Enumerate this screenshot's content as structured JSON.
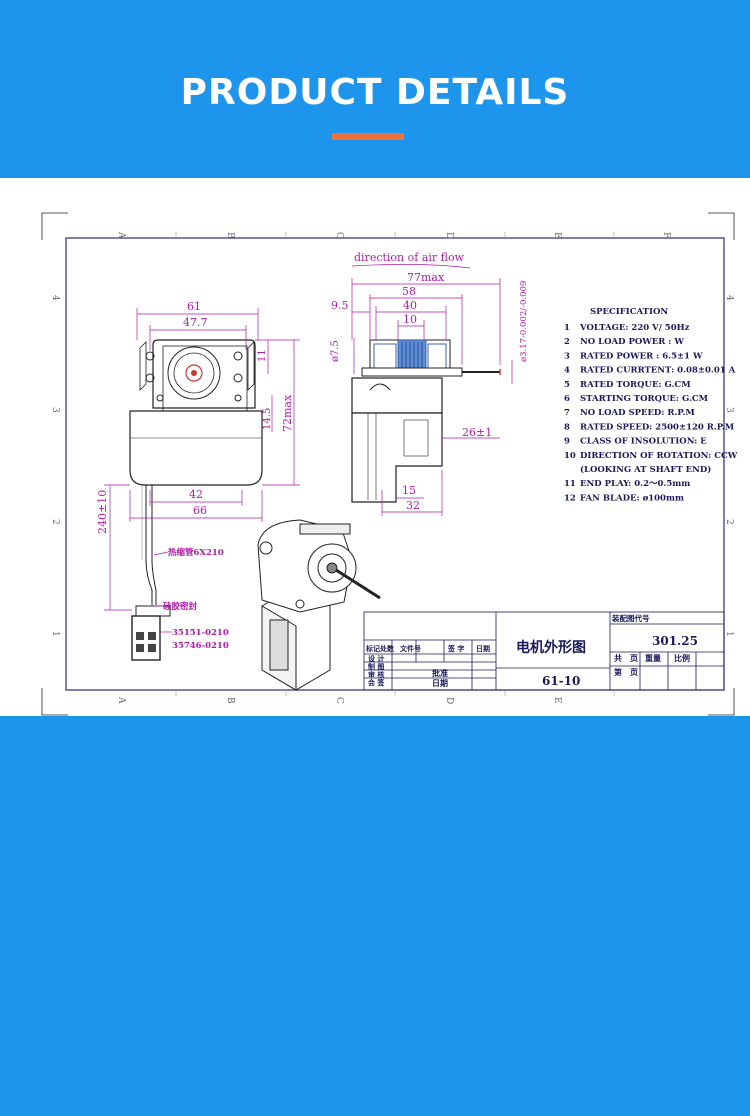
{
  "header": {
    "title": "PRODUCT DETAILS",
    "accent_color": "#e8743b",
    "bg_color": "#1e95ec"
  },
  "drawing": {
    "grid_cols": [
      "A",
      "B",
      "C",
      "D",
      "E",
      "F"
    ],
    "grid_rows": [
      "4",
      "3",
      "2",
      "1"
    ],
    "airflow_label": "direction of air flow",
    "front_dims": {
      "d61": "61",
      "d477": "47.7",
      "d11": "11",
      "d145": "14.5",
      "d72": "72max",
      "d42": "42",
      "d66": "66",
      "d240": "240±10"
    },
    "side_dims": {
      "d77": "77max",
      "d58": "58",
      "d95": "9.5",
      "d40": "40",
      "d10": "10",
      "d75": "ø7.5",
      "shaft": "ø3.17-0.002/-0.009",
      "d26": "26±1",
      "d15": "15",
      "d32": "32"
    },
    "wire_labels": {
      "sleeve": "热缩管6X210",
      "seal": "硅胶密封",
      "conn1": "35151-0210",
      "conn2": "35746-0210"
    },
    "spec": {
      "title": "SPECIFICATION",
      "rows": [
        {
          "n": "1",
          "t": "VOLTAGE:  220 V/    50Hz"
        },
        {
          "n": "2",
          "t": "NO LOAD POWER :           W"
        },
        {
          "n": "3",
          "t": "RATED POWER  :   6.5±1     W"
        },
        {
          "n": "4",
          "t": "RATED CURRTENT: 0.08±0.01 A"
        },
        {
          "n": "5",
          "t": "RATED TORQUE:            G.CM"
        },
        {
          "n": "6",
          "t": "STARTING TORQUE:         G.CM"
        },
        {
          "n": "7",
          "t": "NO LOAD SPEED:          R.P.M"
        },
        {
          "n": "8",
          "t": "RATED SPEED:  2500±120 R.P.M"
        },
        {
          "n": "9",
          "t": "CLASS OF INSOLUTION:  E"
        },
        {
          "n": "10",
          "t": "DIRECTION OF ROTATION:  CCW"
        },
        {
          "n": "",
          "t": "(LOOKING AT SHAFT END)"
        },
        {
          "n": "11",
          "t": "END PLAY: 0.2～0.5mm"
        },
        {
          "n": "12",
          "t": "FAN BLADE: ø100mm"
        }
      ]
    },
    "title_block": {
      "drawing_code_label": "装配图代号",
      "drawing_code": "301.25",
      "name": "电机外形图",
      "number": "61-10",
      "col_labels": [
        "标记",
        "处数",
        "文件号",
        "签 字",
        "日期"
      ],
      "row_labels": [
        "设 计",
        "制 图",
        "审 核",
        "会 签"
      ],
      "approve": "批准",
      "date": "日期",
      "sheet_labels": [
        "共",
        "页",
        "第",
        "页"
      ],
      "weight": "重量",
      "scale": "比例"
    }
  }
}
